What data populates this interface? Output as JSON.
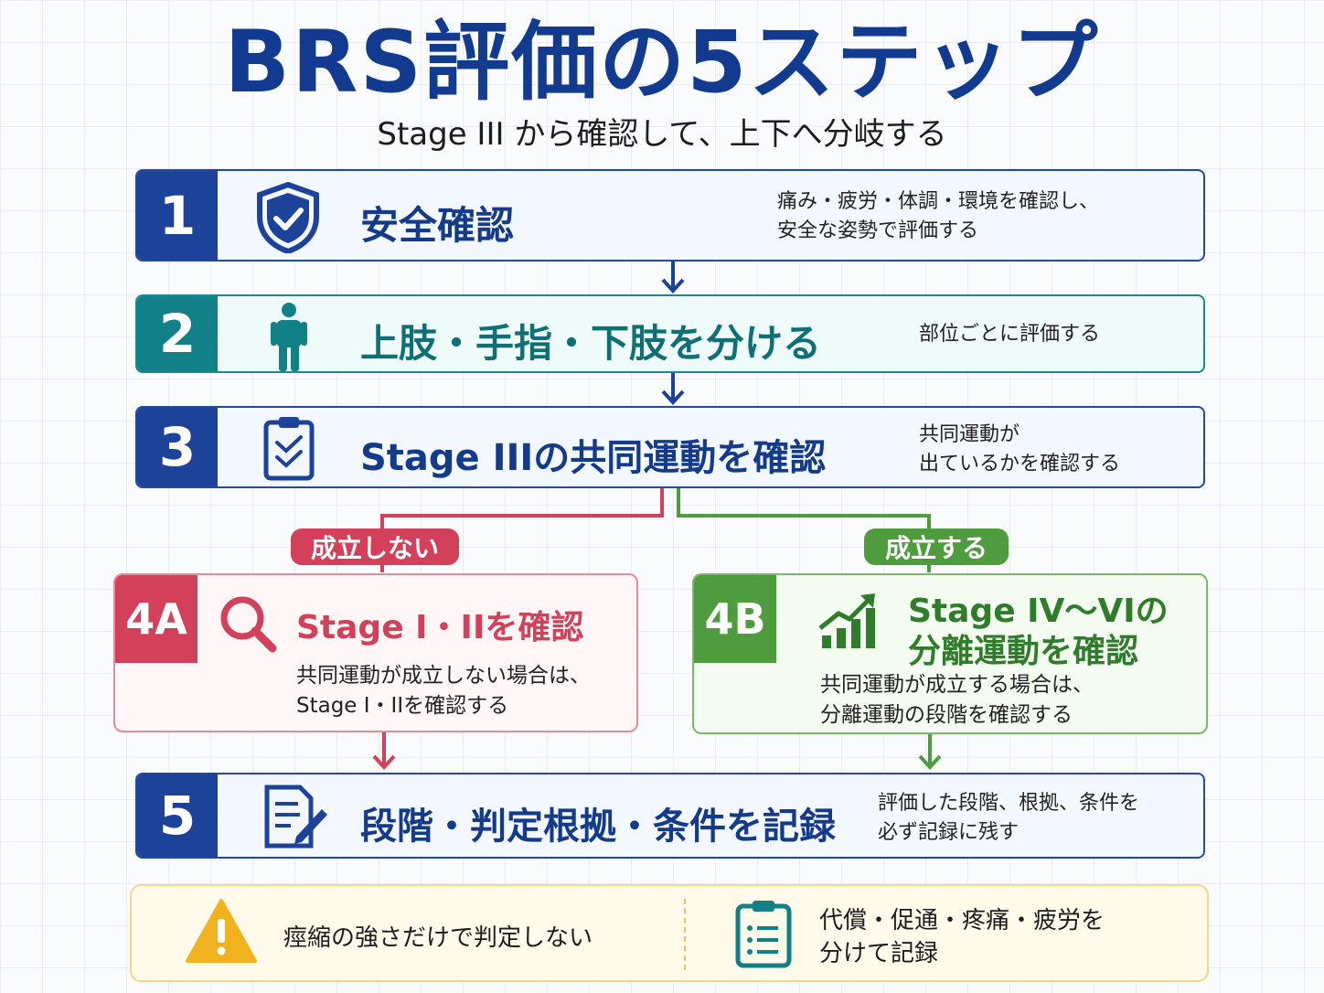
{
  "title": "BRS評価の5ステップ",
  "subtitle": "Stage III から確認して、上下へ分岐する",
  "steps": [
    {
      "num": "1",
      "label": "安全確認",
      "desc": "痛み・疲労・体調・環境を確認し、\n安全な姿勢で評価する",
      "icon": "shield-check-icon"
    },
    {
      "num": "2",
      "label": "上肢・手指・下肢を分ける",
      "desc": "部位ごとに評価する",
      "icon": "person-icon"
    },
    {
      "num": "3",
      "label": "Stage IIIの共同運動を確認",
      "desc": "共同運動が\n出ているかを確認する",
      "icon": "clipboard-check-icon"
    },
    {
      "num": "5",
      "label": "段階・判定根拠・条件を記録",
      "desc": "評価した段階、根拠、条件を\n必ず記録に残す",
      "icon": "document-pen-icon"
    }
  ],
  "branches": {
    "no": {
      "pill": "成立しない",
      "tag": "4A",
      "label": "Stage I・IIを確認",
      "desc": "共同運動が成立しない場合は、\nStage I・IIを確認する",
      "icon": "magnifier-icon"
    },
    "yes": {
      "pill": "成立する",
      "tag": "4B",
      "label_line1": "Stage IV〜VIの",
      "label_line2": "分離運動を確認",
      "desc": "共同運動が成立する場合は、\n分離運動の段階を確認する",
      "icon": "growth-chart-icon"
    }
  },
  "notes": {
    "left": {
      "text": "痙縮の強さだけで判定しない",
      "icon": "warning-icon"
    },
    "right": {
      "text": "代償・促通・疼痛・疲労を\n分けて記録",
      "icon": "checklist-icon"
    }
  },
  "colors": {
    "navy": "#1c4399",
    "teal": "#128187",
    "red": "#d2405a",
    "green": "#4f9c3f",
    "amber": "#f1b21f"
  }
}
